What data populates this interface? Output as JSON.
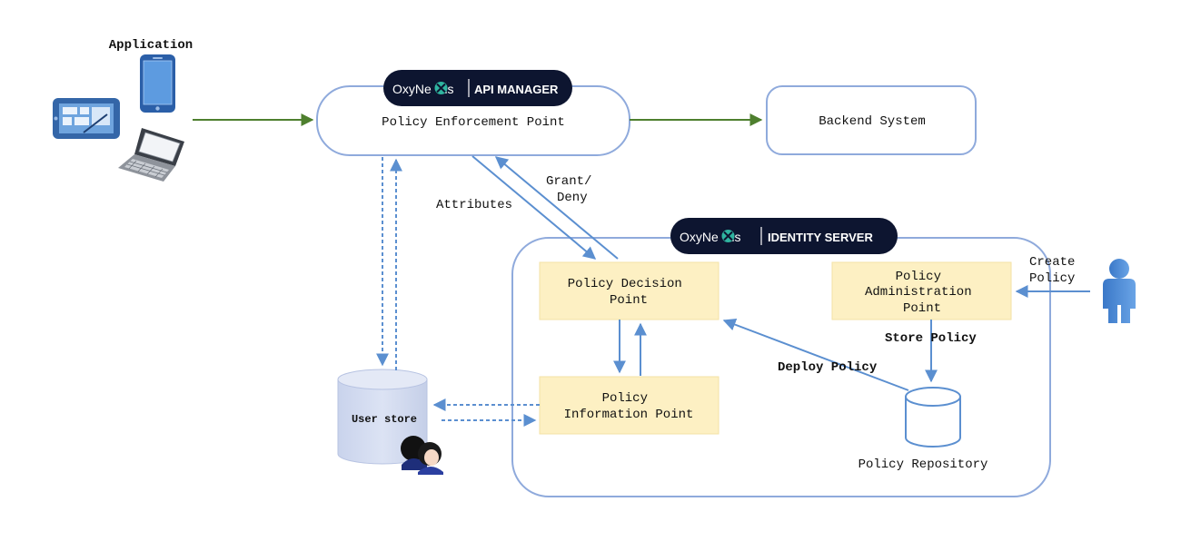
{
  "application_label": "Application",
  "nodes": {
    "pep": "Policy Enforcement Point",
    "backend": "Backend System",
    "pdp": [
      "Policy Decision",
      "Point"
    ],
    "pip": [
      "Policy",
      "Information Point"
    ],
    "pap": [
      "Policy",
      "Administration",
      "Point"
    ],
    "user_store": "User store",
    "policy_repository": "Policy Repository"
  },
  "edge_labels": {
    "attributes": "Attributes",
    "grant_deny": [
      "Grant/",
      "Deny"
    ],
    "create_policy": [
      "Create",
      "Policy"
    ],
    "store_policy": "Store Policy",
    "deploy_policy": "Deploy Policy"
  },
  "badges": {
    "brand_prefix": "OxyNe",
    "brand_suffix": "us",
    "api_manager": "API MANAGER",
    "identity_server": "IDENTITY SERVER"
  },
  "colors": {
    "box_border": "#8FAADC",
    "arrow_blue": "#5B8FD0",
    "arrow_green": "#4E7F2E",
    "component_fill": "#FDF0C3",
    "badge_bg": "#0D1530",
    "brand_x": "#2FB5A0"
  },
  "icons": [
    "tablet-icon",
    "smartphone-icon",
    "laptop-icon",
    "users-icon",
    "person-icon"
  ]
}
